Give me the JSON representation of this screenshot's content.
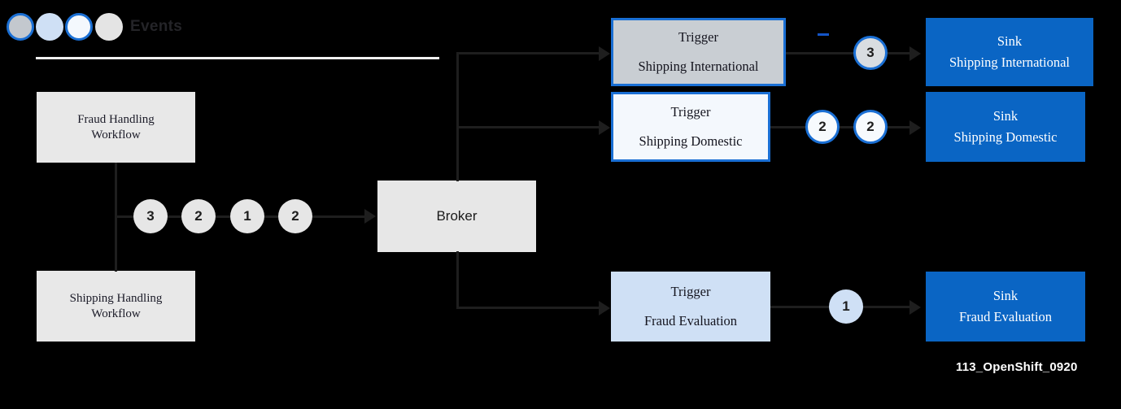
{
  "legend": {
    "label": "Events",
    "dots": [
      {
        "name": "event-dot-grey-outlined",
        "fill": "#c3c8ce",
        "border": "#1a6fd4"
      },
      {
        "name": "event-dot-lightblue",
        "fill": "#cfe0f5",
        "border": "none"
      },
      {
        "name": "event-dot-white-outlined",
        "fill": "#f4f8fd",
        "border": "#1a6fd4"
      },
      {
        "name": "event-dot-lightgrey",
        "fill": "#e4e4e4",
        "border": "none"
      }
    ]
  },
  "workflows": [
    {
      "id": "fraud-handling",
      "line1": "Fraud  Handling",
      "line2": "Workflow"
    },
    {
      "id": "shipping-handling",
      "line1": "Shipping  Handling",
      "line2": "Workflow"
    }
  ],
  "broker": {
    "label": "Broker"
  },
  "broker_tokens": [
    {
      "value": "3",
      "fill": "#e6e6e6",
      "border": "none"
    },
    {
      "value": "2",
      "fill": "#e6e6e6",
      "border": "none"
    },
    {
      "value": "1",
      "fill": "#e6e6e6",
      "border": "none"
    },
    {
      "value": "2",
      "fill": "#e6e6e6",
      "border": "none"
    }
  ],
  "flows": [
    {
      "id": "shipping-international",
      "trigger": {
        "title": "Trigger",
        "name": "Shipping  International",
        "fill": "#c9ced3",
        "border": "#1a6fd4"
      },
      "tokens": [
        {
          "value": "3",
          "fill": "#d9dde1",
          "border": "#1a6fd4"
        }
      ],
      "sink": {
        "title": "Sink",
        "name": "Shipping  International",
        "fill": "#0a65c4"
      }
    },
    {
      "id": "shipping-domestic",
      "trigger": {
        "title": "Trigger",
        "name": "Shipping  Domestic",
        "fill": "#f4f8fd",
        "border": "#1a6fd4"
      },
      "tokens": [
        {
          "value": "2",
          "fill": "#f7fafd",
          "border": "#1a6fd4"
        },
        {
          "value": "2",
          "fill": "#f7fafd",
          "border": "#1a6fd4"
        }
      ],
      "sink": {
        "title": "Sink",
        "name": "Shipping  Domestic",
        "fill": "#0a65c4"
      }
    },
    {
      "id": "fraud-evaluation",
      "trigger": {
        "title": "Trigger",
        "name": "Fraud  Evaluation",
        "fill": "#cfe0f5",
        "border": "none"
      },
      "tokens": [
        {
          "value": "1",
          "fill": "#cfe0f5",
          "border": "none"
        }
      ],
      "sink": {
        "title": "Sink",
        "name": "Fraud  Evaluation",
        "fill": "#0a65c4"
      }
    }
  ],
  "footer": {
    "text": "113_OpenShift_0920"
  },
  "colors": {
    "accent_blue": "#1a6fd4",
    "sink_blue": "#0a65c4",
    "connector": "#1e1e1e",
    "background": "#000000"
  }
}
